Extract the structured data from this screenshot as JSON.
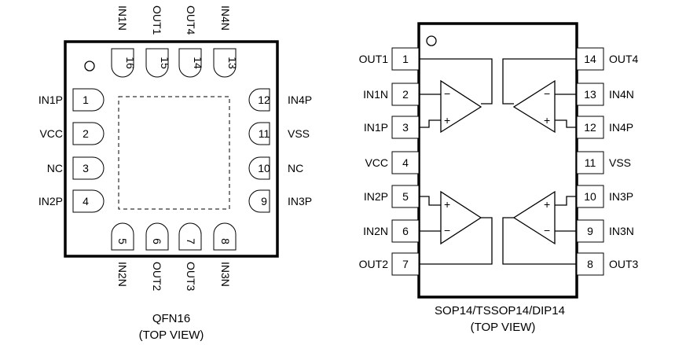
{
  "qfn": {
    "caption_line1": "QFN16",
    "caption_line2": "(TOP VIEW)",
    "left_pins": [
      {
        "num": "1",
        "name": "IN1P"
      },
      {
        "num": "2",
        "name": "VCC"
      },
      {
        "num": "3",
        "name": "NC"
      },
      {
        "num": "4",
        "name": "IN2P"
      }
    ],
    "right_pins": [
      {
        "num": "12",
        "name": "IN4P"
      },
      {
        "num": "11",
        "name": "VSS"
      },
      {
        "num": "10",
        "name": "NC"
      },
      {
        "num": "9",
        "name": "IN3P"
      }
    ],
    "top_pins": [
      {
        "num": "16",
        "name": "IN1N"
      },
      {
        "num": "15",
        "name": "OUT1"
      },
      {
        "num": "14",
        "name": "OUT4"
      },
      {
        "num": "13",
        "name": "IN4N"
      }
    ],
    "bottom_pins": [
      {
        "num": "5",
        "name": "IN2N"
      },
      {
        "num": "6",
        "name": "OUT2"
      },
      {
        "num": "7",
        "name": "OUT3"
      },
      {
        "num": "8",
        "name": "IN3N"
      }
    ]
  },
  "sop": {
    "caption_line1": "SOP14/TSSOP14/DIP14",
    "caption_line2": "(TOP VIEW)",
    "left_pins": [
      {
        "num": "1",
        "name": "OUT1"
      },
      {
        "num": "2",
        "name": "IN1N"
      },
      {
        "num": "3",
        "name": "IN1P"
      },
      {
        "num": "4",
        "name": "VCC"
      },
      {
        "num": "5",
        "name": "IN2P"
      },
      {
        "num": "6",
        "name": "IN2N"
      },
      {
        "num": "7",
        "name": "OUT2"
      }
    ],
    "right_pins": [
      {
        "num": "14",
        "name": "OUT4"
      },
      {
        "num": "13",
        "name": "IN4N"
      },
      {
        "num": "12",
        "name": "IN4P"
      },
      {
        "num": "11",
        "name": "VSS"
      },
      {
        "num": "10",
        "name": "IN3P"
      },
      {
        "num": "9",
        "name": "IN3N"
      },
      {
        "num": "8",
        "name": "OUT3"
      }
    ],
    "opamp_signs": {
      "minus": "−",
      "plus": "+"
    }
  }
}
